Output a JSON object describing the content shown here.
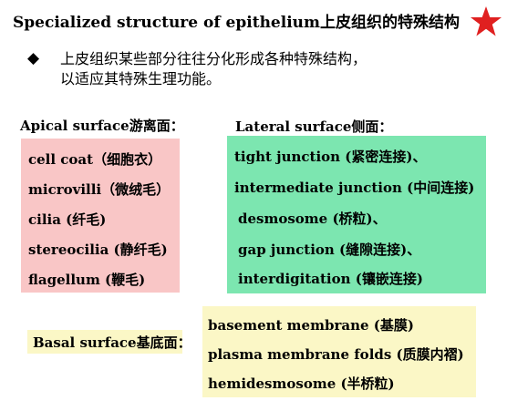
{
  "title": "Specialized structure of epithelium上皮组织的特殊结构",
  "star_color": "#e02020",
  "bullet": {
    "symbol": "◆",
    "line1": "上皮组织某些部分往往分化形成各种特殊结构，",
    "line2": "以适应其特殊生理功能。"
  },
  "apical": {
    "heading": "Apical surface游离面：",
    "items": [
      "cell coat（细胞衣）",
      "microvilli（微绒毛）",
      "cilia (纤毛)",
      "stereocilia (静纤毛)",
      "flagellum (鞭毛)"
    ]
  },
  "lateral": {
    "heading": "Lateral surface侧面：",
    "items": [
      "tight junction (紧密连接)、",
      "intermediate junction (中间连接)",
      "desmosome (桥粒)、",
      "gap junction  (缝隙连接)、",
      "interdigitation (镶嵌连接)"
    ]
  },
  "basal": {
    "label": "Basal surface基底面：",
    "items": [
      "basement membrane (基膜)",
      "plasma membrane folds (质膜内褶)",
      "hemidesmosome (半桥粒)"
    ]
  }
}
